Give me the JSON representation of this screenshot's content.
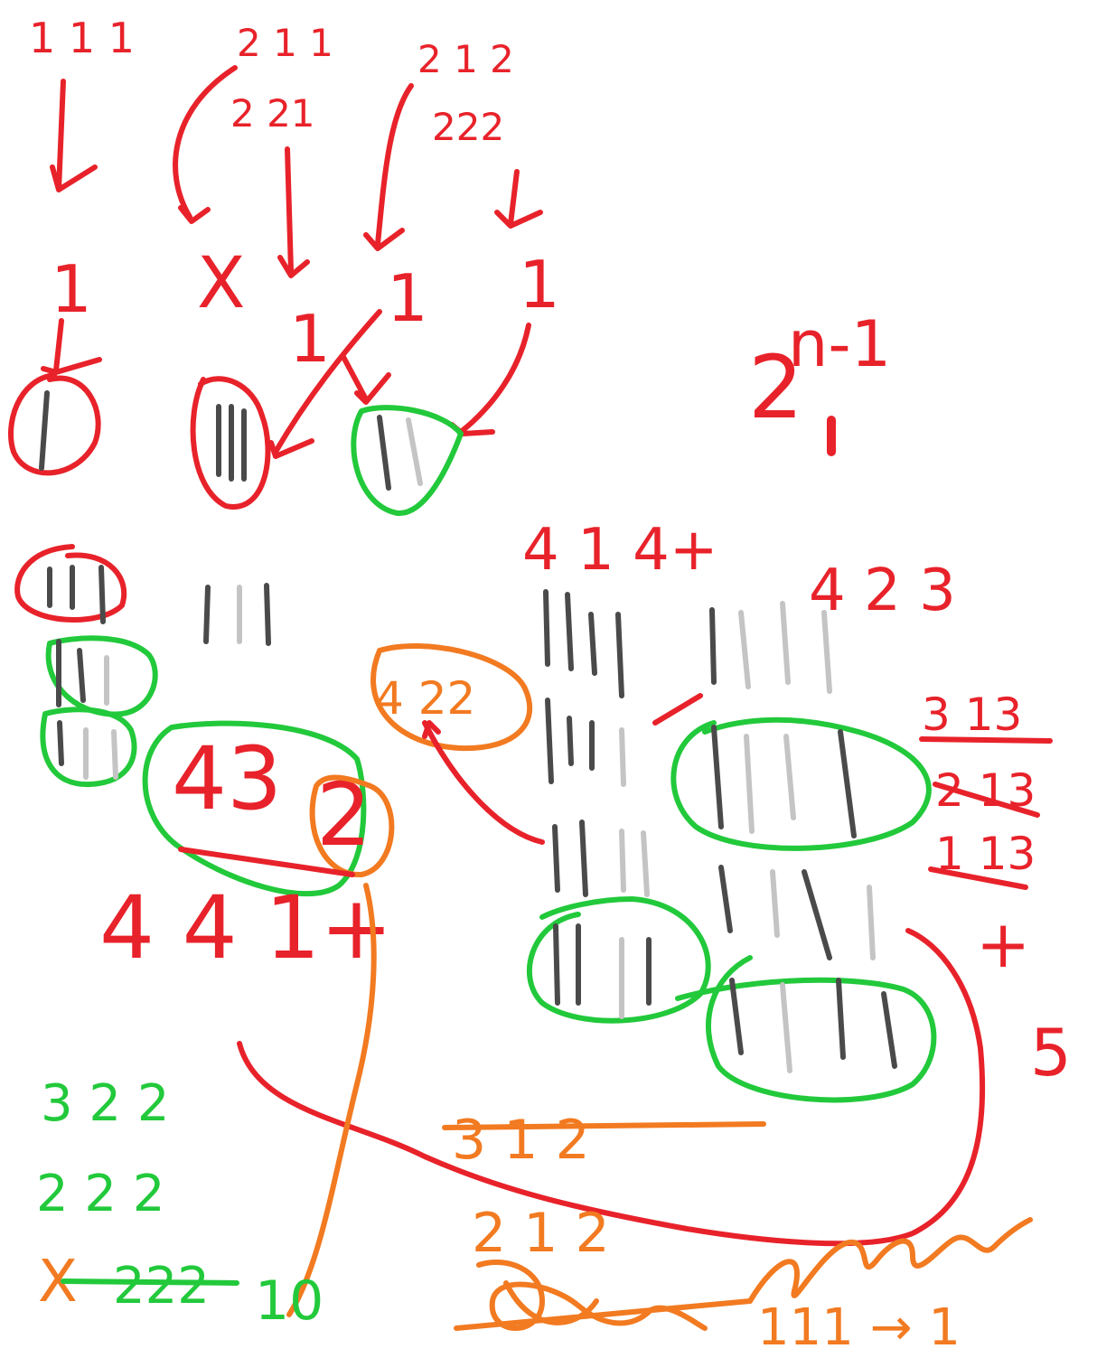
{
  "palette": {
    "red": "#e8222a",
    "green": "#22c93b",
    "orange": "#f27a21",
    "dark": "#4a4a4a",
    "light": "#c4c4c4"
  },
  "notes": {
    "t111": "1 1 1",
    "t211": "2 1 1",
    "t212": "2 1 2",
    "t221": "2 21",
    "t222": "222",
    "one_a": "1",
    "one_b": "1",
    "one_c": "1",
    "one_d": "1",
    "one_e": "1",
    "xmark": "X",
    "pow_base": "2",
    "pow_exp": "n-1",
    "t414": "4 1 4+",
    "t423": "4 2 3",
    "t422": "4 22",
    "t432a": "43",
    "t432b": "2",
    "t441": "4 4 1+",
    "t313": "3 13",
    "t213": "2 13",
    "t113": "1 13",
    "plus": "+",
    "five": "5",
    "g322": "3 2 2",
    "g222": "2 2 2",
    "g_x": "X",
    "g_222": "222",
    "g_10": "10",
    "o312": "3 1 2",
    "o212": "2 1 2",
    "o_seq": "111 → 1"
  }
}
